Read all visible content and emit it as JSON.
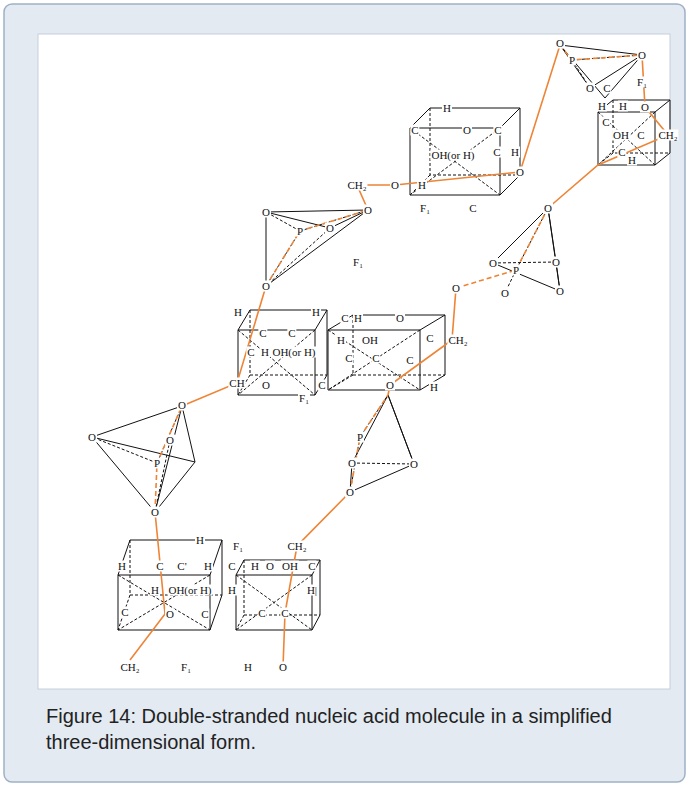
{
  "diagram": {
    "caption": "Figure 14: Double-stranded nucleic acid molecule in a simplified three-dimensional form.",
    "labels": [
      "O",
      "P",
      "O",
      "F₁",
      "O",
      "C",
      "H",
      "H",
      "H",
      "O",
      "C",
      "O",
      "C",
      "C",
      "OH",
      "C",
      "CH₂",
      "C",
      "H",
      "OH(or H)",
      "C",
      "H",
      "O",
      "CH₂",
      "O",
      "H",
      "F₁",
      "C",
      "O",
      "O",
      "O",
      "P",
      "O",
      "F₁",
      "O",
      "P",
      "O",
      "O",
      "O",
      "O",
      "O",
      "H",
      "H",
      "C",
      "H",
      "O",
      "C",
      "C",
      "H",
      "OH",
      "C",
      "CH₂",
      "C",
      "H",
      "OH(or H)",
      "C",
      "C",
      "C",
      "CH",
      "O",
      "C",
      "O",
      "H",
      "F₁",
      "O",
      "O",
      "O",
      "P",
      "P",
      "O",
      "O",
      "O",
      "O",
      "F₁",
      "CH₂",
      "H",
      "H",
      "C",
      "C'",
      "H",
      "C",
      "H",
      "O",
      "OH",
      "C",
      "H",
      "OH(or H)",
      "H",
      "H|",
      "C",
      "O",
      "C",
      "C",
      "C",
      "CH₂",
      "F₁",
      "H",
      "O"
    ]
  }
}
